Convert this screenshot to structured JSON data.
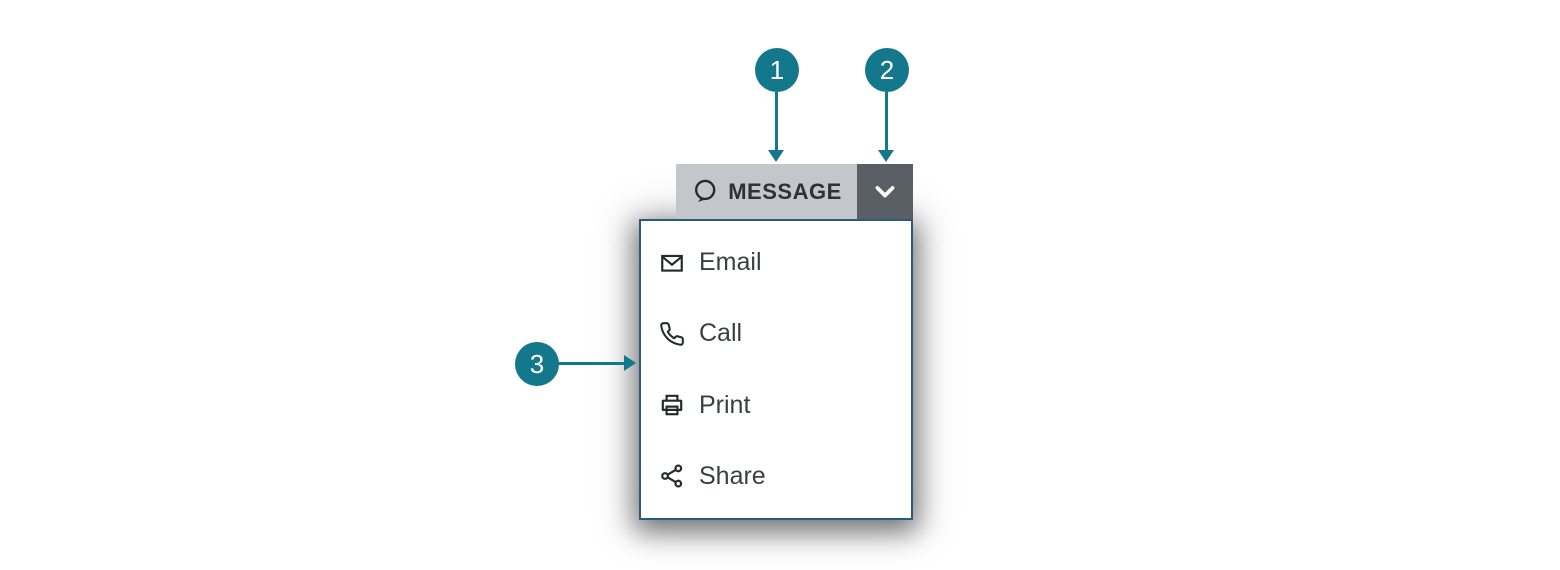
{
  "colors": {
    "accent_teal": "#14788c",
    "button_face": "#c3c7cb",
    "button_toggle": "#5a5f66",
    "button_label": "#2d3237",
    "menu_border": "#265c80",
    "menu_bg": "#ffffff",
    "menu_text": "#3a3f44",
    "icon_dark": "#26292d",
    "white": "#ffffff",
    "page_bg": "#ffffff"
  },
  "split_button": {
    "label": "MESSAGE",
    "icon": "message-bubble-icon",
    "toggle_icon": "chevron-down-icon"
  },
  "menu": {
    "items": [
      {
        "label": "Email",
        "icon": "email-icon"
      },
      {
        "label": "Call",
        "icon": "phone-icon"
      },
      {
        "label": "Print",
        "icon": "print-icon"
      },
      {
        "label": "Share",
        "icon": "share-icon"
      }
    ]
  },
  "callouts": [
    {
      "number": "1"
    },
    {
      "number": "2"
    },
    {
      "number": "3"
    }
  ]
}
